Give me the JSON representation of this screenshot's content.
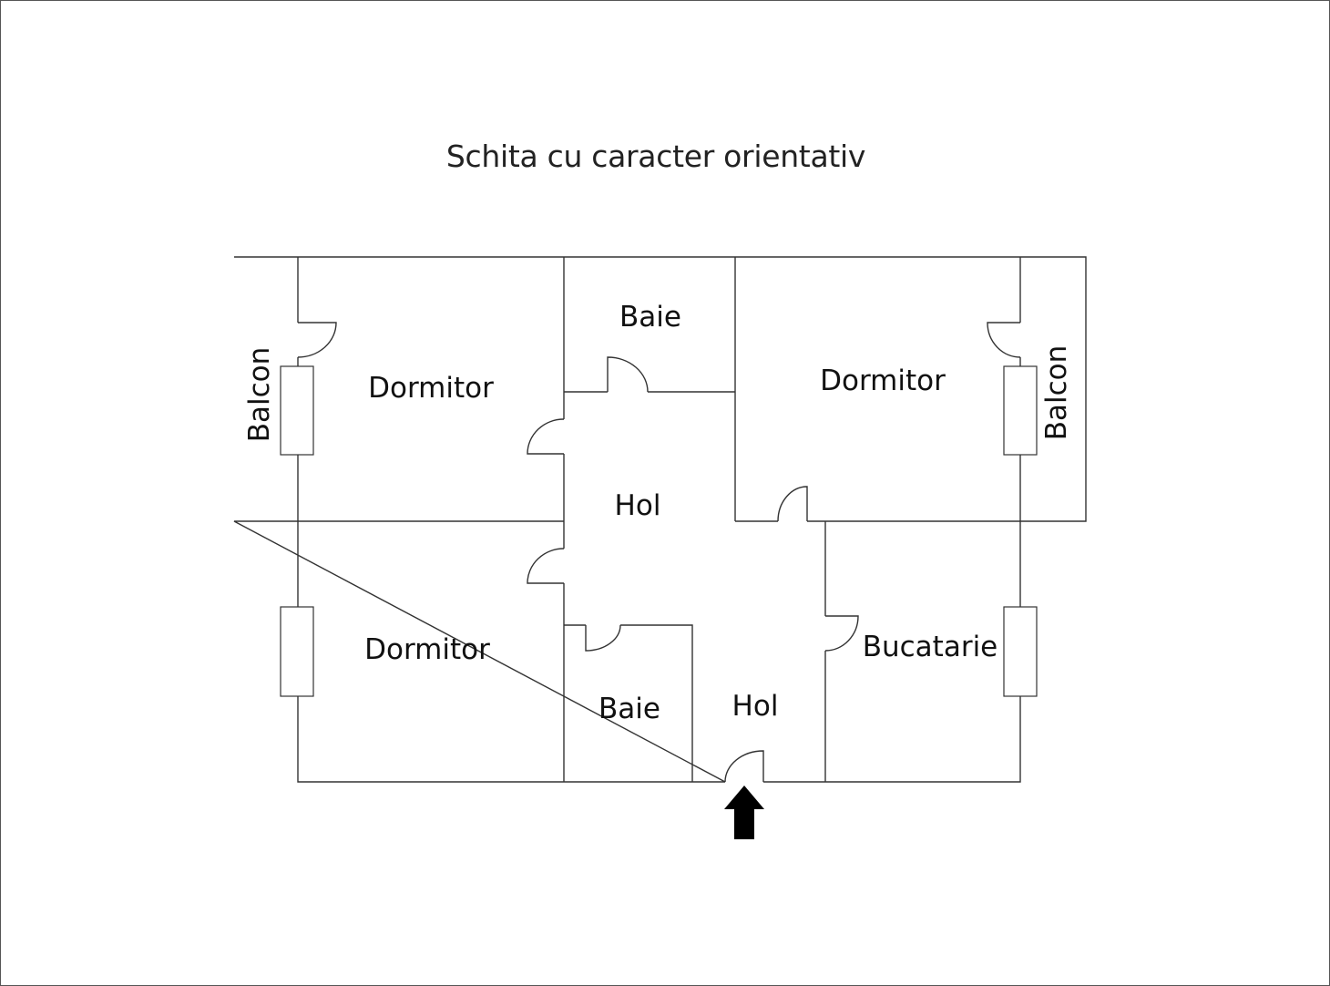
{
  "title": "Schita cu caracter orientativ",
  "rooms": {
    "balcon_left": "Balcon",
    "dormitor_top_left": "Dormitor",
    "baie_top": "Baie",
    "dormitor_top_right": "Dormitor",
    "balcon_right": "Balcon",
    "hol_center": "Hol",
    "dormitor_bottom_left": "Dormitor",
    "baie_bottom": "Baie",
    "hol_entrance": "Hol",
    "bucatarie": "Bucatarie"
  },
  "icons": {
    "entrance": "entrance-arrow-icon"
  },
  "colors": {
    "line": "#333333",
    "text": "#111111",
    "arrow": "#000000"
  }
}
